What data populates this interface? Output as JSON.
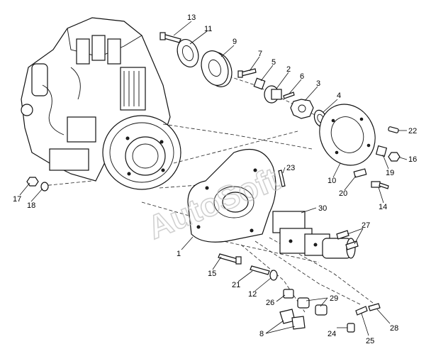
{
  "watermark": "AutoSoft",
  "callouts": [
    {
      "id": "c13",
      "label": "13"
    },
    {
      "id": "c11",
      "label": "11"
    },
    {
      "id": "c9",
      "label": "9"
    },
    {
      "id": "c7",
      "label": "7"
    },
    {
      "id": "c5",
      "label": "5"
    },
    {
      "id": "c2",
      "label": "2"
    },
    {
      "id": "c6",
      "label": "6"
    },
    {
      "id": "c3",
      "label": "3"
    },
    {
      "id": "c4",
      "label": "4"
    },
    {
      "id": "c22",
      "label": "22"
    },
    {
      "id": "c16",
      "label": "16"
    },
    {
      "id": "c19",
      "label": "19"
    },
    {
      "id": "c10",
      "label": "10"
    },
    {
      "id": "c20",
      "label": "20"
    },
    {
      "id": "c14",
      "label": "14"
    },
    {
      "id": "c23",
      "label": "23"
    },
    {
      "id": "c17",
      "label": "17"
    },
    {
      "id": "c18",
      "label": "18"
    },
    {
      "id": "c30",
      "label": "30"
    },
    {
      "id": "c27",
      "label": "27"
    },
    {
      "id": "c1",
      "label": "1"
    },
    {
      "id": "c15",
      "label": "15"
    },
    {
      "id": "c21",
      "label": "21"
    },
    {
      "id": "c12",
      "label": "12"
    },
    {
      "id": "c26",
      "label": "26"
    },
    {
      "id": "c29",
      "label": "29"
    },
    {
      "id": "c8",
      "label": "8"
    },
    {
      "id": "c24",
      "label": "24"
    },
    {
      "id": "c25",
      "label": "25"
    },
    {
      "id": "c28",
      "label": "28"
    }
  ]
}
